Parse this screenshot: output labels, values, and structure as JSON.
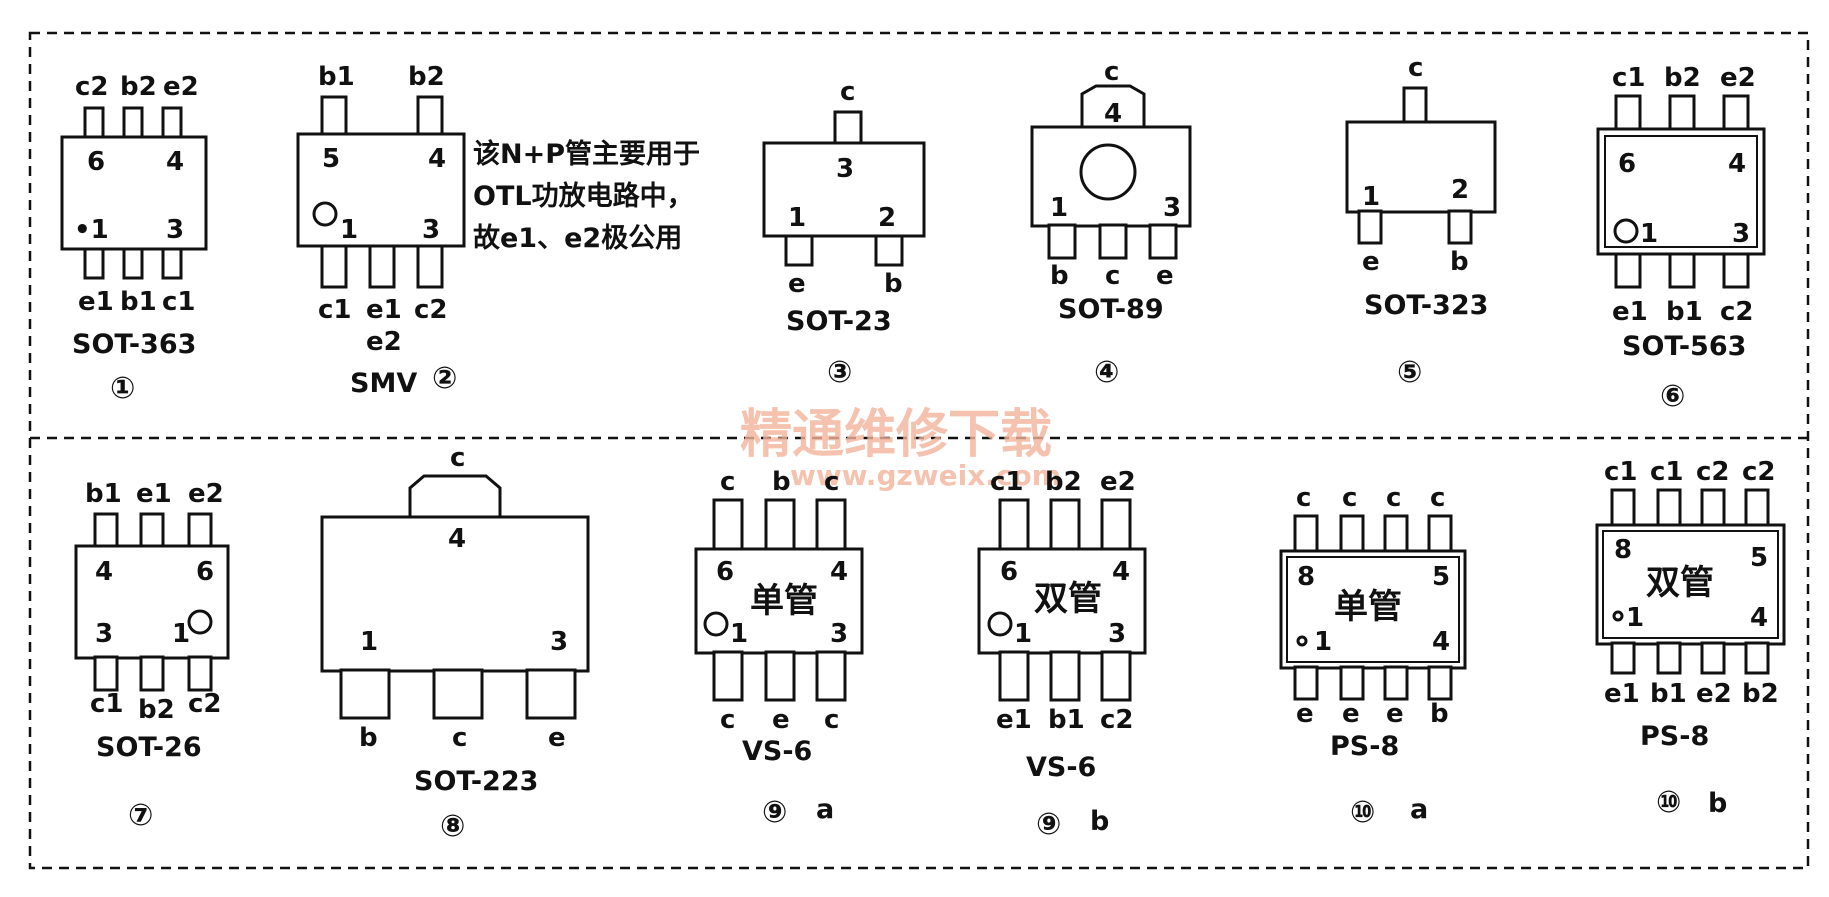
{
  "note": {
    "lines": [
      "该N+P管主要用于",
      "OTL功放电路中，",
      "故e1、e2极公用"
    ]
  },
  "watermark": {
    "cn": "精通维修下载",
    "url": "www.gzweix.com"
  },
  "packages": [
    {
      "id": "p1",
      "name": "SOT-363",
      "index": "①",
      "suffix": "",
      "top_pins": [
        "c2",
        "b2",
        "e2"
      ],
      "bottom_pins": [
        "e1",
        "b1",
        "c1"
      ],
      "nums": [
        "6",
        "4",
        "•1",
        "3"
      ]
    },
    {
      "id": "p2",
      "name": "SMV",
      "index": "②",
      "suffix": "",
      "top_pins": [
        "b1",
        "b2"
      ],
      "bottom_pins": [
        "c1",
        "e1",
        "c2"
      ],
      "bottom_extra": "e2",
      "nums": [
        "5",
        "4",
        "1",
        "3"
      ]
    },
    {
      "id": "p3",
      "name": "SOT-23",
      "index": "③",
      "suffix": "",
      "top_pins": [
        "c"
      ],
      "bottom_pins": [
        "e",
        "b"
      ],
      "nums": [
        "3",
        "1",
        "2"
      ]
    },
    {
      "id": "p4",
      "name": "SOT-89",
      "index": "④",
      "suffix": "",
      "top_pins": [
        "c"
      ],
      "bottom_pins": [
        "b",
        "c",
        "e"
      ],
      "nums": [
        "4",
        "1",
        "3"
      ]
    },
    {
      "id": "p5",
      "name": "SOT-323",
      "index": "⑤",
      "suffix": "",
      "top_pins": [
        "c"
      ],
      "bottom_pins": [
        "e",
        "b"
      ],
      "nums": [
        "1",
        "2"
      ]
    },
    {
      "id": "p6",
      "name": "SOT-563",
      "index": "⑥",
      "suffix": "",
      "top_pins": [
        "c1",
        "b2",
        "e2"
      ],
      "bottom_pins": [
        "e1",
        "b1",
        "c2"
      ],
      "nums": [
        "6",
        "4",
        "1",
        "3"
      ]
    },
    {
      "id": "p7",
      "name": "SOT-26",
      "index": "⑦",
      "suffix": "",
      "top_pins": [
        "b1",
        "e1",
        "e2"
      ],
      "bottom_pins": [
        "c1",
        "b2",
        "c2"
      ],
      "nums": [
        "4",
        "6",
        "3",
        "1"
      ]
    },
    {
      "id": "p8",
      "name": "SOT-223",
      "index": "⑧",
      "suffix": "",
      "top_pins": [
        "c"
      ],
      "bottom_pins": [
        "b",
        "c",
        "e"
      ],
      "nums": [
        "4",
        "1",
        "3"
      ]
    },
    {
      "id": "p9a",
      "name": "VS-6",
      "index": "⑨",
      "suffix": "a",
      "label": "单管",
      "top_pins": [
        "c",
        "b",
        "c"
      ],
      "bottom_pins": [
        "c",
        "e",
        "c"
      ],
      "nums": [
        "6",
        "4",
        "1",
        "3"
      ]
    },
    {
      "id": "p9b",
      "name": "VS-6",
      "index": "⑨",
      "suffix": "b",
      "label": "双管",
      "top_pins": [
        "c1",
        "b2",
        "e2"
      ],
      "bottom_pins": [
        "e1",
        "b1",
        "c2"
      ],
      "nums": [
        "6",
        "4",
        "1",
        "3"
      ]
    },
    {
      "id": "p10a",
      "name": "PS-8",
      "index": "⑩",
      "suffix": "a",
      "label": "单管",
      "top_pins": [
        "c",
        "c",
        "c",
        "c"
      ],
      "bottom_pins": [
        "e",
        "e",
        "e",
        "b"
      ],
      "nums": [
        "8",
        "5",
        "1",
        "4"
      ]
    },
    {
      "id": "p10b",
      "name": "PS-8",
      "index": "⑩",
      "suffix": "b",
      "label": "双管",
      "top_pins": [
        "c1",
        "c1",
        "c2",
        "c2"
      ],
      "bottom_pins": [
        "e1",
        "b1",
        "e2",
        "b2"
      ],
      "nums": [
        "8",
        "5",
        "1",
        "4"
      ]
    }
  ]
}
